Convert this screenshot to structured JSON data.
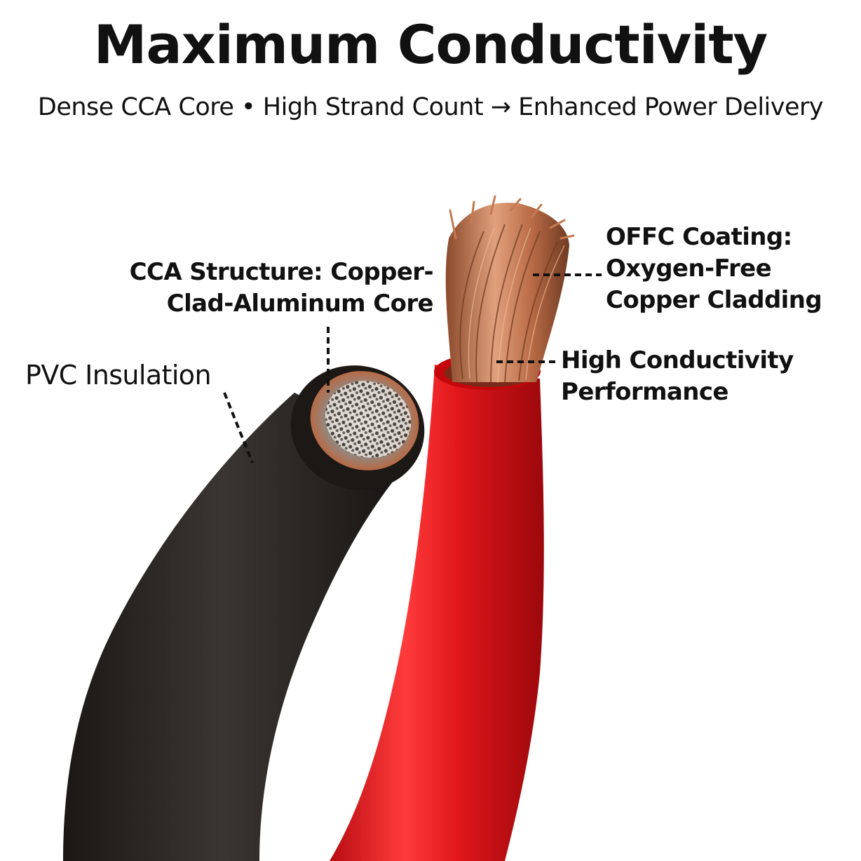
{
  "title": "Maximum Conductivity",
  "subtitle": "Dense CCA Core • High Strand Count → Enhanced Power Delivery",
  "labels": {
    "cca": [
      "CCA Structure: Copper-",
      "Clad-Aluminum Core"
    ],
    "pvc": "PVC Insulation",
    "offc": [
      "OFFC Coating:",
      "Oxygen-Free",
      "Copper Cladding"
    ],
    "high": [
      "High Conductivity",
      "Performance"
    ]
  },
  "colors": {
    "black_cable": "#2a2623",
    "red_cable": "#e0161b",
    "copper": "#b86a45",
    "aluminum": "#c9c4bd"
  }
}
